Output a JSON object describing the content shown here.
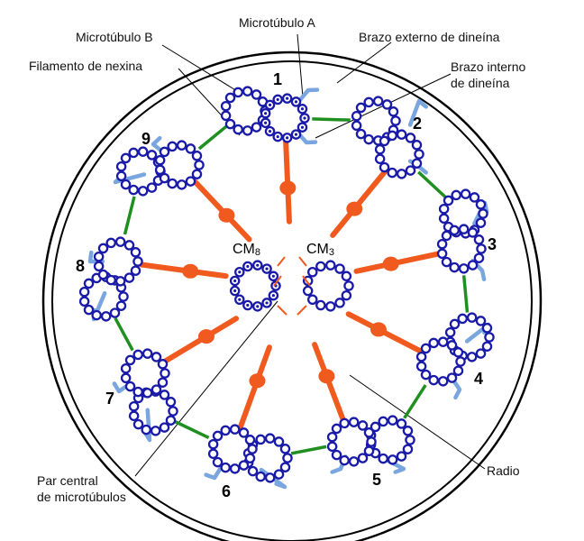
{
  "labels": {
    "microtubulo_b": "Microtúbulo B",
    "microtubulo_a": "Microtúbulo A",
    "brazo_externo": "Brazo externo de dineína",
    "filamento_nexina": "Filamento de nexina",
    "brazo_interno_1": "Brazo interno",
    "brazo_interno_2": "de dineína",
    "par_central_1": "Par central",
    "par_central_2": "de microtúbulos",
    "radio": "Radio"
  },
  "central_pair": {
    "left_main": "CM",
    "left_sub": "8",
    "right_main": "CM",
    "right_sub": "3"
  },
  "doublet_numbers": [
    "1",
    "2",
    "3",
    "4",
    "5",
    "6",
    "7",
    "8",
    "9"
  ],
  "colors": {
    "tubule": "#1a1aa8",
    "radial_spoke": "#f05a1e",
    "nexin": "#1f8f1f",
    "dynein": "#7aa6e0",
    "outline": "#000000"
  }
}
